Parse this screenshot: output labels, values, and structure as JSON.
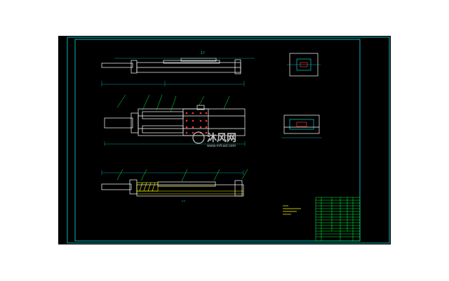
{
  "drawing": {
    "colors": {
      "frame": "#00e0e0",
      "part": "#ffffff",
      "dimension": "#00d0d0",
      "leader": "#00ff40",
      "hatch": "#ffff00",
      "marker": "#ff3030",
      "table": "#00ff40",
      "background": "#000000"
    },
    "top_view": {
      "overall_dimension": "1?"
    },
    "section_view": {
      "section_label": "A-A"
    },
    "watermark": {
      "text": "沐风网",
      "url": "www.mfcad.com"
    },
    "title_block": {
      "icon": "parts-table-icon"
    }
  }
}
